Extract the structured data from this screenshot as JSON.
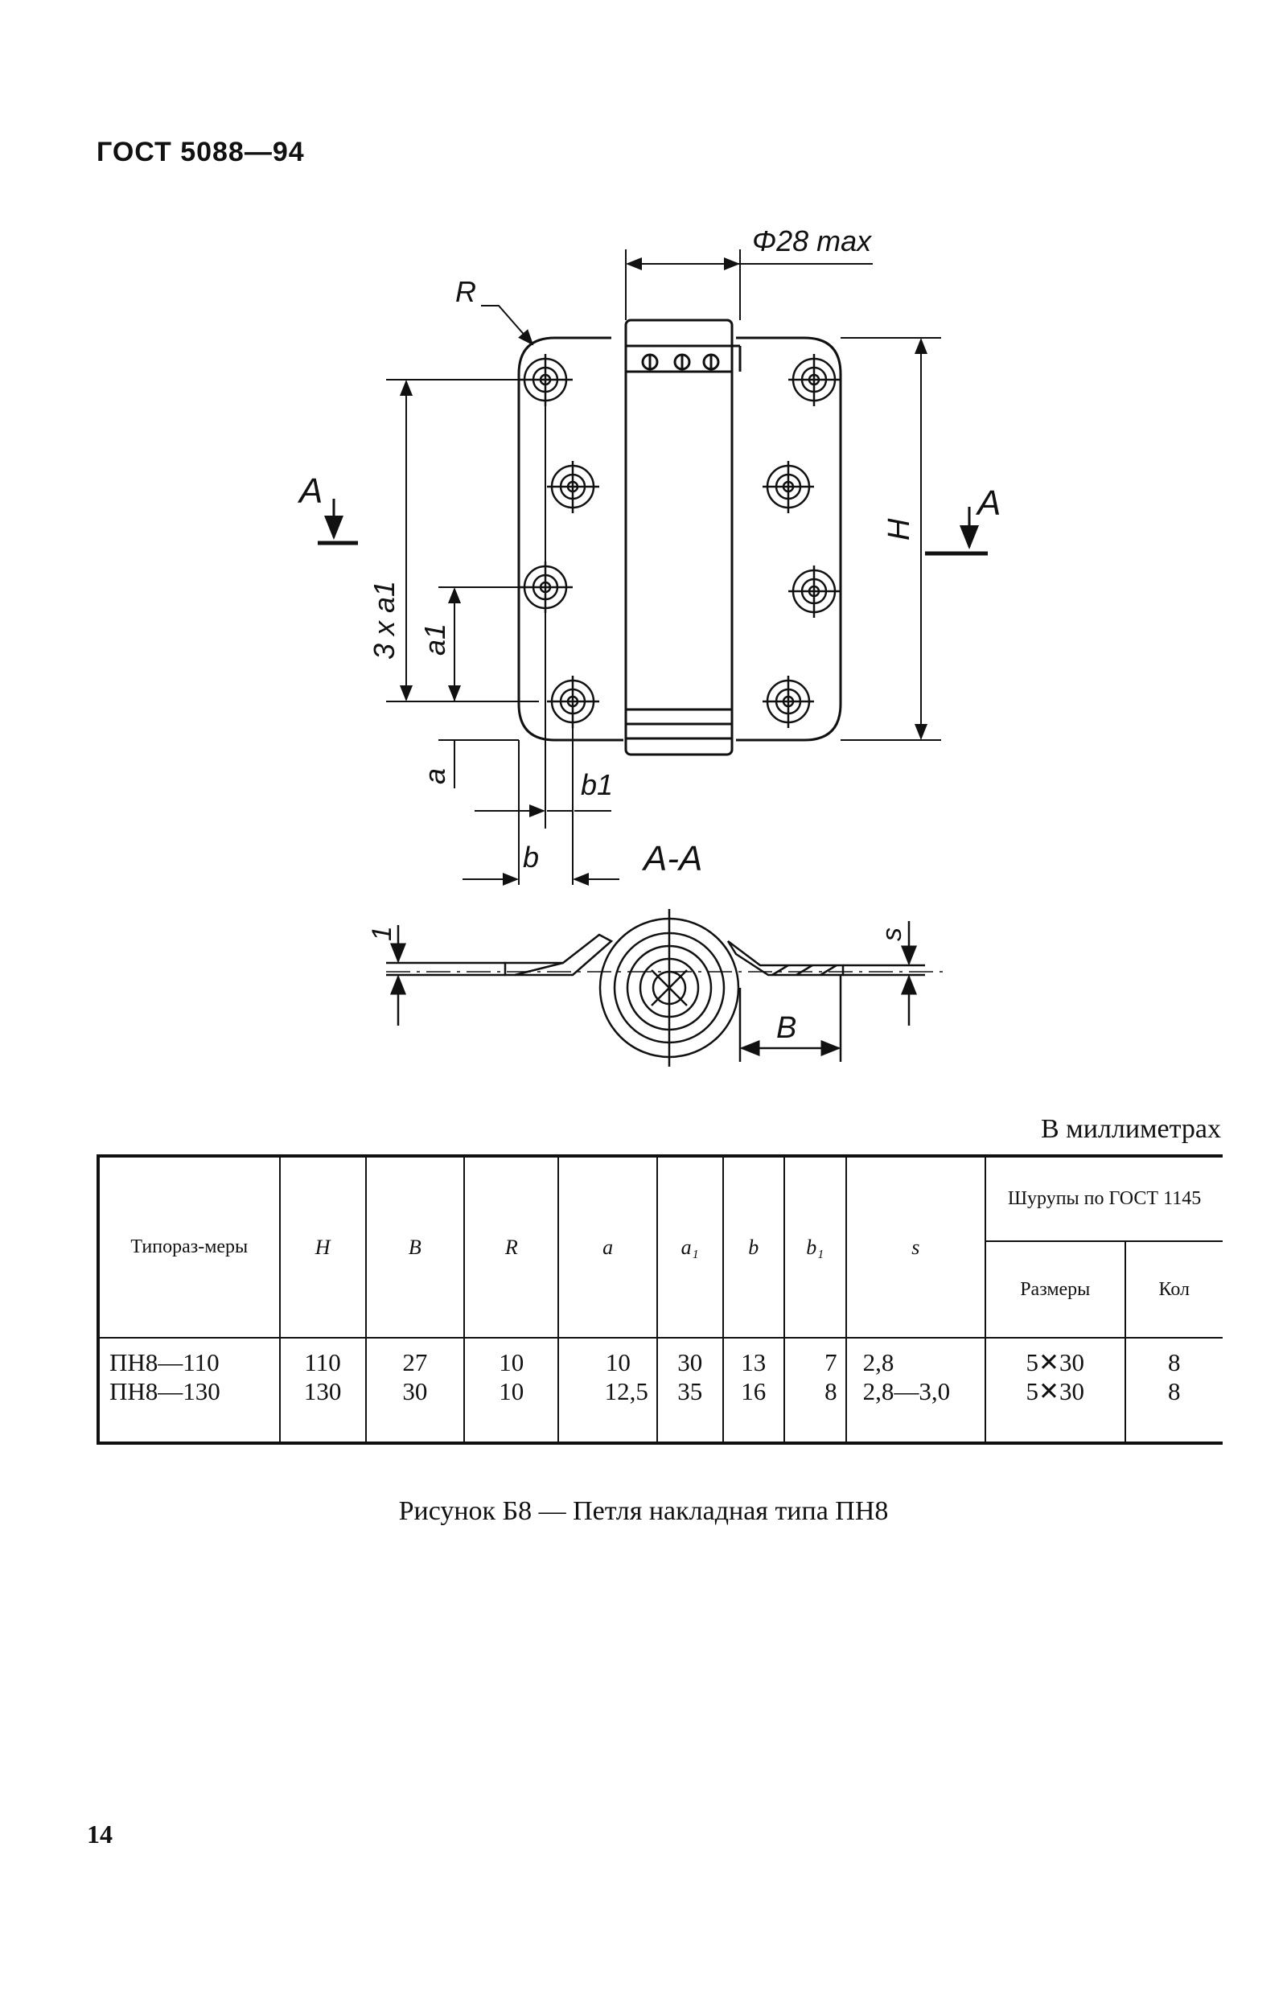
{
  "header": {
    "doc_code": "ГОСТ 5088—94"
  },
  "drawing": {
    "labels": {
      "dia": "Φ28 max",
      "R": "R",
      "A_left": "A",
      "A_right": "A",
      "H": "H",
      "three_a1": "3 x a1",
      "a1": "a1",
      "a": "a",
      "b1": "b1",
      "b": "b",
      "section": "A-A",
      "one": "1",
      "s": "s",
      "B": "B"
    }
  },
  "units_note": "В миллиметрах",
  "table": {
    "headers": {
      "type": "Типораз-меры",
      "H": "H",
      "B": "B",
      "R": "R",
      "a": "a",
      "a1": "a₁",
      "b": "b",
      "b1": "b₁",
      "s": "s",
      "screws_group": "Шурупы по ГОСТ 1145",
      "screws_size": "Размеры",
      "screws_qty": "Кол"
    },
    "rows": [
      {
        "type": "ПН8—110",
        "H": "110",
        "B": "27",
        "R": "10",
        "a": "10",
        "a1": "30",
        "b": "13",
        "b1": "7",
        "s": "2,8",
        "size": "5✕30",
        "qty": "8"
      },
      {
        "type": "ПН8—130",
        "H": "130",
        "B": "30",
        "R": "10",
        "a": "12,5",
        "a1": "35",
        "b": "16",
        "b1": "8",
        "s": "2,8—3,0",
        "size": "5✕30",
        "qty": "8"
      }
    ]
  },
  "caption": "Рисунок Б8 — Петля накладная типа ПН8",
  "page_number": "14"
}
